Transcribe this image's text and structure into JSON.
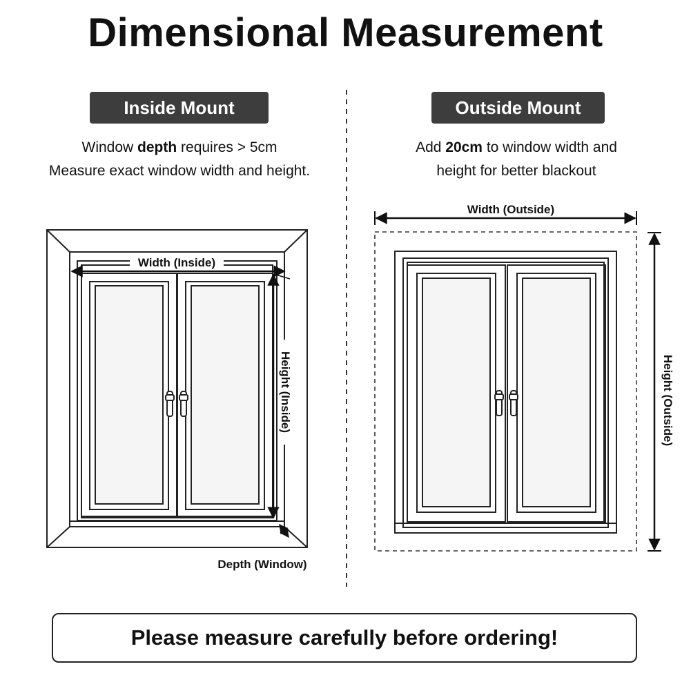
{
  "title": "Dimensional Measurement",
  "inside": {
    "badge": "Inside Mount",
    "line1_pre": "Window ",
    "line1_bold": "depth",
    "line1_post": " requires > 5cm",
    "line2": "Measure exact window width and height.",
    "width_label": "Width (Inside)",
    "height_label": "Height (Inside)",
    "depth_label": "Depth (Window)"
  },
  "outside": {
    "badge": "Outside Mount",
    "line1_pre": "Add ",
    "line1_bold": "20cm",
    "line1_post": " to window width and",
    "line2": "height for better blackout",
    "width_label": "Width (Outside)",
    "height_label": "Height (Outside)"
  },
  "footer": "Please measure carefully before ordering!"
}
